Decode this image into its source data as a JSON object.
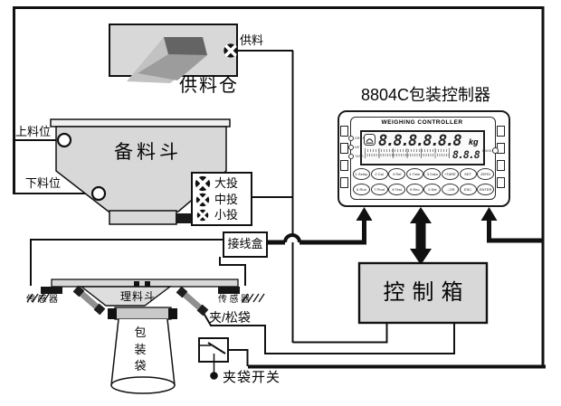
{
  "labels": {
    "supply": "供料",
    "supply_bin": "供料仓",
    "upper_level": "上料位",
    "prep_hopper": "备料斗",
    "lower_level": "下料位",
    "feeds": [
      "大投",
      "中投",
      "小投"
    ],
    "junction_box": "接线盒",
    "sensor_left": "传感器",
    "sensor_right": "传感器",
    "arranging_hopper": "理料斗",
    "clamp_release": "夹/松袋",
    "bag_chars": [
      "包",
      "装",
      "袋"
    ],
    "bag_clamp_switch": "夹袋开关",
    "control_box": "控制箱",
    "controller_title": "8804C包装控制器"
  },
  "controller": {
    "header": "WEIGHING CONTROLLER",
    "indicators": [
      "GROSS",
      "NET",
      "TARE"
    ],
    "main_display": "8.8.8.8.8.8",
    "unit": "kg",
    "sub_display": "8.8.8",
    "pass_label": "PASS",
    "keys_row1": [
      "1 Setup",
      "2 Cal",
      "3 Ref",
      "4 Time",
      "5 Data",
      "+TARE",
      "SET",
      "ZERO"
    ],
    "keys_row2": [
      "6 Run",
      "7 Prod",
      "8 Test",
      "9 Rec",
      "0 Set",
      "→GR",
      "ESC",
      "ENTER"
    ]
  },
  "colors": {
    "line": "#111111",
    "fill_gray": "#d8d8d8",
    "chute_dark": "#646464",
    "chute_mid": "#9c9c9c",
    "chute_light": "#c2c2c2"
  }
}
